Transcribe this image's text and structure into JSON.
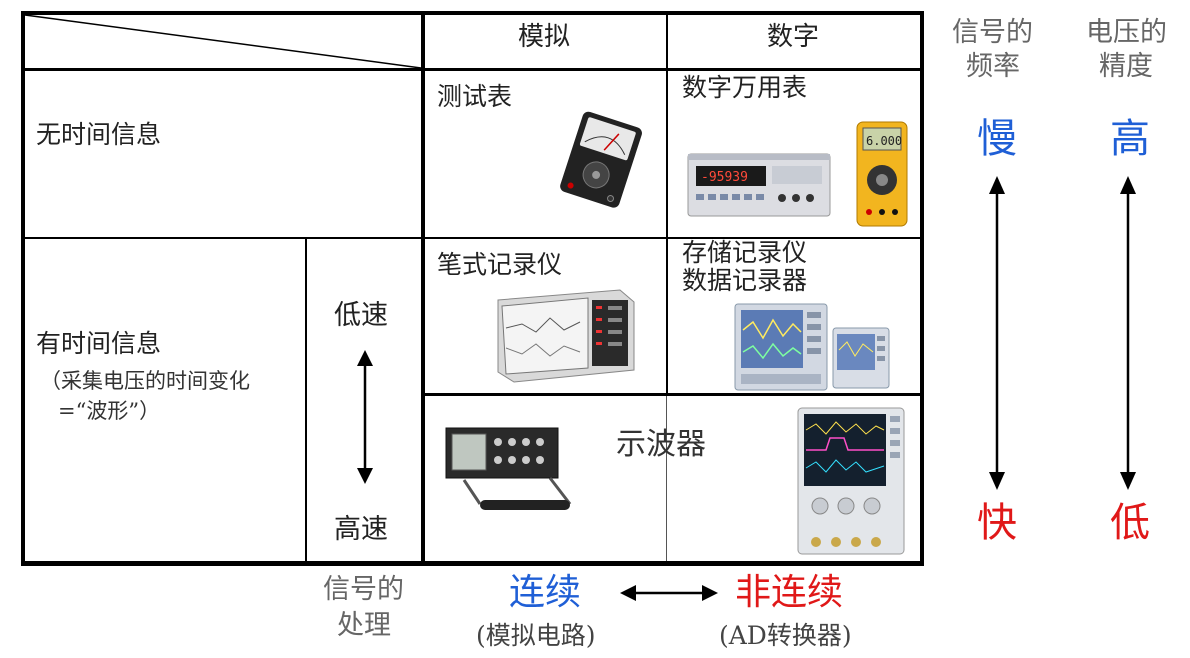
{
  "table": {
    "col_analog": "模拟",
    "col_digital": "数字",
    "row_no_time": "无时间信息",
    "row_time_title": "有时间信息",
    "row_time_sub1": "（采集电压的时间变化",
    "row_time_sub2": "=“波形”）",
    "speed_low": "低速",
    "speed_high": "高速",
    "cell_tester": "测试表",
    "cell_multimeter": "数字万用表",
    "cell_pen_recorder": "笔式记录仪",
    "cell_storage_line1": "存储记录仪",
    "cell_storage_line2": "数据记录器",
    "cell_oscilloscope": "示波器"
  },
  "right_axes": {
    "freq_label_line1": "信号的",
    "freq_label_line2": "频率",
    "volt_label_line1": "电压的",
    "volt_label_line2": "精度",
    "freq_top": "慢",
    "freq_bottom": "快",
    "volt_top": "高",
    "volt_bottom": "低"
  },
  "bottom": {
    "label_line1": "信号的",
    "label_line2": "处理",
    "continuous": "连续",
    "continuous_sub": "(模拟电路)",
    "discontinuous": "非连续",
    "discontinuous_sub": "(AD转换器)"
  },
  "colors": {
    "blue": "#1f5fd6",
    "red": "#e01818",
    "gray_text": "#666666"
  }
}
